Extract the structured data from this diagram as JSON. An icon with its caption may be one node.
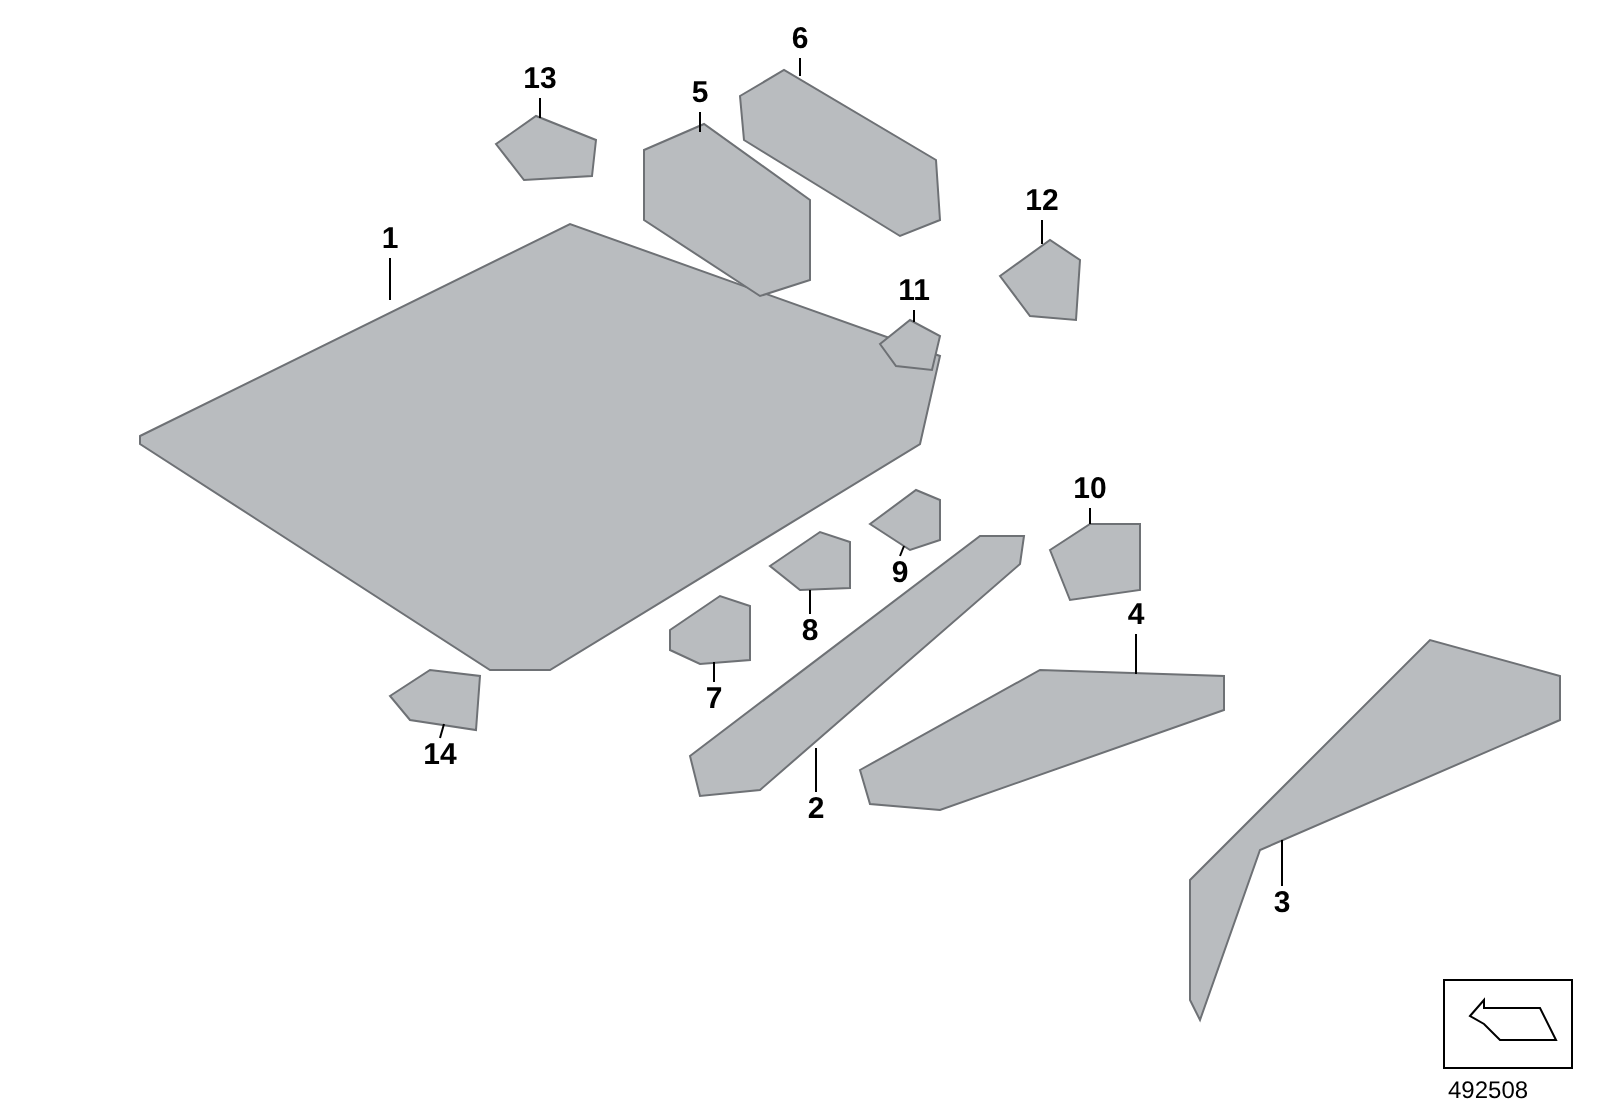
{
  "diagram": {
    "nodes": [
      {
        "text": [
          "1"
        ]
      },
      {
        "text": [
          "2"
        ]
      },
      {
        "text": [
          "3"
        ]
      },
      {
        "text": [
          "4"
        ]
      },
      {
        "text": [
          "5"
        ]
      },
      {
        "text": [
          "6"
        ]
      },
      {
        "text": [
          "7"
        ]
      },
      {
        "text": [
          "8"
        ]
      },
      {
        "text": [
          "9"
        ]
      },
      {
        "text": [
          "10"
        ]
      },
      {
        "text": [
          "11"
        ]
      },
      {
        "text": [
          "12"
        ]
      },
      {
        "text": [
          "13"
        ]
      },
      {
        "text": [
          "14"
        ]
      },
      {
        "text": [],
        "shape": "picture"
      },
      {
        "text": [],
        "shape": "picture"
      },
      {
        "text": [],
        "shape": "picture"
      },
      {
        "text": [],
        "shape": "picture"
      },
      {
        "text": [],
        "shape": "picture"
      },
      {
        "text": [],
        "shape": "picture"
      },
      {
        "text": [],
        "shape": "picture"
      },
      {
        "text": [],
        "shape": "picture"
      },
      {
        "text": [],
        "shape": "picture"
      },
      {
        "text": [],
        "shape": "picture"
      },
      {
        "text": [],
        "shape": "picture"
      },
      {
        "text": [],
        "shape": "picture"
      },
      {
        "text": [],
        "shape": "picture"
      },
      {
        "text": [],
        "shape": "picture"
      }
    ],
    "edges": [
      {
        "from": 0,
        "to": 14,
        "arrow": "none"
      },
      {
        "from": 1,
        "to": 15,
        "arrow": "none"
      },
      {
        "from": 2,
        "to": 16,
        "arrow": "none"
      },
      {
        "from": 3,
        "to": 17,
        "arrow": "none"
      },
      {
        "from": 4,
        "to": 18,
        "arrow": "none"
      },
      {
        "from": 5,
        "to": 19,
        "arrow": "none"
      },
      {
        "from": 6,
        "to": 20,
        "arrow": "none"
      },
      {
        "from": 7,
        "to": 21,
        "arrow": "none"
      },
      {
        "from": 8,
        "to": 22,
        "arrow": "none"
      },
      {
        "from": 9,
        "to": 23,
        "arrow": "none"
      },
      {
        "from": 10,
        "to": 24,
        "arrow": "none"
      },
      {
        "from": 11,
        "to": 25,
        "arrow": "none"
      },
      {
        "from": 12,
        "to": 26,
        "arrow": "none"
      },
      {
        "from": 13,
        "to": 27,
        "arrow": "none"
      }
    ],
    "labels": [
      "492508"
    ]
  }
}
